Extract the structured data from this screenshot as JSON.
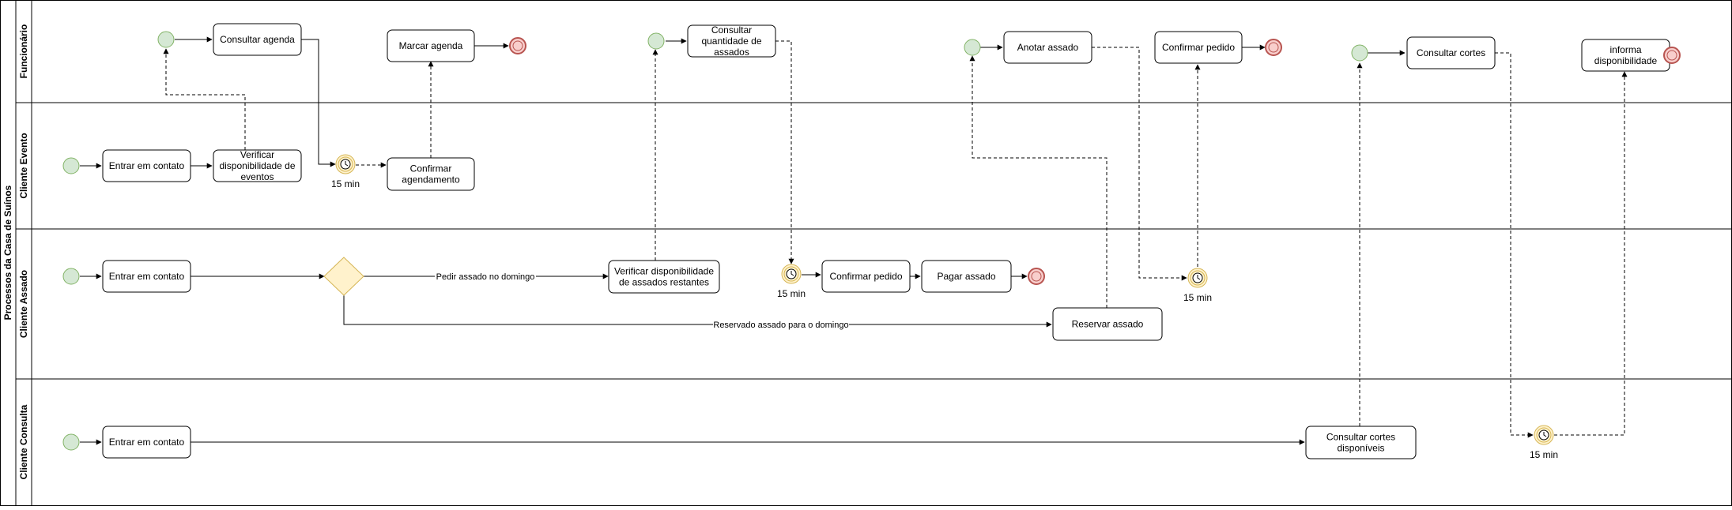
{
  "pool": {
    "title": "Processos da Casa de Suínos"
  },
  "lanes": {
    "funcionario": "Funcionário",
    "cliente_evento": "Cliente Evento",
    "cliente_assado": "Cliente Assado",
    "cliente_consulta": "Cliente Consulta"
  },
  "tasks": {
    "consultar_agenda": [
      "Consultar agenda"
    ],
    "marcar_agenda": [
      "Marcar agenda"
    ],
    "consultar_quantidade": [
      "Consultar",
      "quantidade de",
      "assados"
    ],
    "anotar_assado": [
      "Anotar assado"
    ],
    "confirmar_pedido_func": [
      "Confirmar pedido"
    ],
    "consultar_cortes": [
      "Consultar cortes"
    ],
    "informa_disponibilidade": [
      "informa",
      "disponibilidade"
    ],
    "entrar_contato_evento": [
      "Entrar em contato"
    ],
    "verificar_eventos": [
      "Verificar",
      "disponibilidade de",
      "eventos"
    ],
    "confirmar_agendamento": [
      "Confirmar",
      "agendamento"
    ],
    "entrar_contato_assado": [
      "Entrar em contato"
    ],
    "verificar_assados": [
      "Verificar disponibilidade",
      "de assados restantes"
    ],
    "confirmar_pedido_cliente": [
      "Confirmar pedido"
    ],
    "pagar_assado": [
      "Pagar assado"
    ],
    "reservar_assado": [
      "Reservar assado"
    ],
    "entrar_contato_consulta": [
      "Entrar em contato"
    ],
    "consultar_cortes_disponiveis": [
      "Consultar cortes",
      "disponíveis"
    ]
  },
  "timers": {
    "timer_evento": "15 min",
    "timer_assado_1": "15 min",
    "timer_assado_2": "15 min",
    "timer_consulta": "15 min"
  },
  "edge_labels": {
    "pedir_domingo": "Pedir assado no domingo",
    "reservado_domingo": "Reservado assado para o domingo"
  },
  "colors": {
    "start_fill": "#d5e8d4",
    "start_stroke": "#82b366",
    "end_fill": "#f8cecc",
    "end_stroke": "#b85450",
    "timer_fill": "#fff2cc",
    "timer_stroke": "#d6b656",
    "gateway_fill": "#fff2cc",
    "gateway_stroke": "#d6b656"
  }
}
